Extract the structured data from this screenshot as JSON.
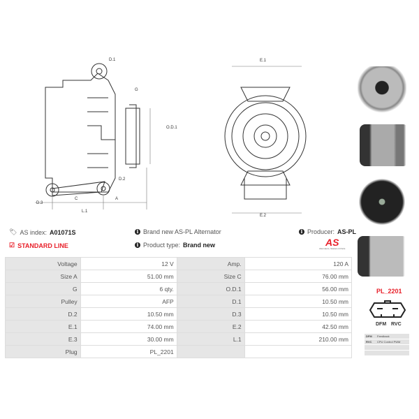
{
  "drawing_labels": {
    "d1": "D.1",
    "g": "G",
    "od1": "O.D.1",
    "d2": "D.2",
    "d3": "D.3",
    "c": "C",
    "a": "A",
    "l1": "L.1",
    "e1": "E.1",
    "e2": "E.2"
  },
  "info": {
    "as_index_label": "AS index:",
    "as_index": "A01071S",
    "standard_line": "STANDARD LINE",
    "description": "Brand new AS-PL Alternator",
    "product_type_label": "Product type:",
    "product_type": "Brand new",
    "producer_label": "Producer:",
    "producer": "AS-PL",
    "logo_text": "AS",
    "logo_tagline": "Alternators, Starters & Parts"
  },
  "specs": [
    [
      "Voltage",
      "12 V",
      "Amp.",
      "120 A"
    ],
    [
      "Size A",
      "51.00 mm",
      "Size C",
      "76.00 mm"
    ],
    [
      "G",
      "6 qty.",
      "O.D.1",
      "56.00 mm"
    ],
    [
      "Pulley",
      "AFP",
      "D.1",
      "10.50 mm"
    ],
    [
      "D.2",
      "10.50 mm",
      "D.3",
      "10.50 mm"
    ],
    [
      "E.1",
      "74.00 mm",
      "E.2",
      "42.50 mm"
    ],
    [
      "E.3",
      "30.00 mm",
      "L.1",
      "210.00 mm"
    ],
    [
      "Plug",
      "PL_2201",
      "",
      ""
    ]
  ],
  "plug": {
    "name": "PL_2201",
    "pins": [
      "DFM",
      "RVC"
    ],
    "legend": [
      [
        "DFM",
        "Feedback"
      ],
      [
        "RVC",
        "CPU Control PWM"
      ],
      [
        "",
        ""
      ],
      [
        "",
        ""
      ]
    ]
  }
}
